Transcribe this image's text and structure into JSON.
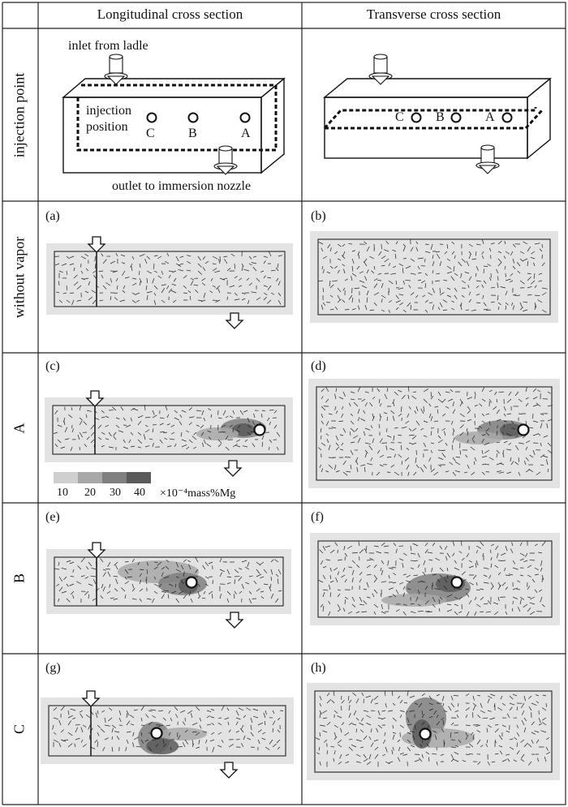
{
  "header": {
    "col_longitudinal": "Longitudinal cross section",
    "col_transverse": "Transverse cross section"
  },
  "rows": {
    "injection_point": "injection point",
    "without_vapor": "without vapor",
    "A": "A",
    "B": "B",
    "C": "C"
  },
  "schematic": {
    "inlet": "inlet from ladle",
    "outlet": "outlet to immersion nozzle",
    "injection_l1": "injection",
    "injection_l2": "position",
    "long_C": "C",
    "long_B": "B",
    "long_A": "A",
    "trans_C": "C",
    "trans_B": "B",
    "trans_A": "A"
  },
  "panels": {
    "a": "(a)",
    "b": "(b)",
    "c": "(c)",
    "d": "(d)",
    "e": "(e)",
    "f": "(f)",
    "g": "(g)",
    "h": "(h)"
  },
  "legend": {
    "values": [
      "10",
      "20",
      "30",
      "40"
    ],
    "unit": "×10⁻⁴mass%Mg",
    "colors": [
      "#cfcfcf",
      "#a8a8a8",
      "#808080",
      "#5a5a5a"
    ]
  }
}
